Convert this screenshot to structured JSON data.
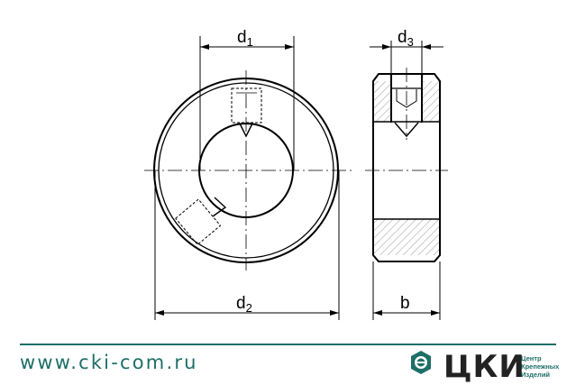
{
  "drawing": {
    "labels": {
      "d1": "d",
      "d1_sub": "1",
      "d2": "d",
      "d2_sub": "2",
      "d3": "d",
      "d3_sub": "3",
      "b": "b"
    }
  },
  "footer": {
    "url": "www.cki-com.ru",
    "brand": "ЦКИ",
    "tagline": [
      "Центр",
      "Крепежных",
      "Изделий"
    ],
    "accent_color": "#1d6f67"
  }
}
